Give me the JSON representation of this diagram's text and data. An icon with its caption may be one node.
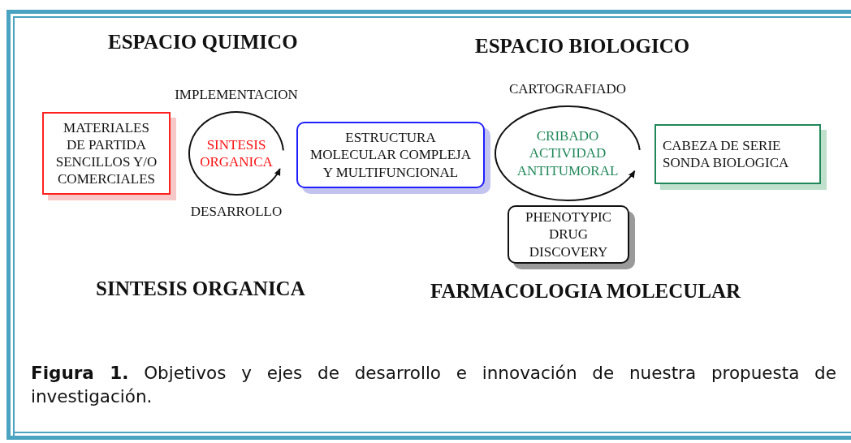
{
  "diagram": {
    "caption": "**Figura 1.** Objetivos y ejes de desarrollo e innovación de nuestra propuesta de investigación.",
    "nodes": [
      {
        "text": [
          "MATERIALES DE PARTIDA SENCILLOS Y/O COMERCIALES"
        ]
      },
      {
        "text": [
          "SINTESIS ORGANICA"
        ],
        "beside": [
          "IMPLEMENTACION",
          "DESARROLLO"
        ]
      },
      {
        "text": [
          "ESTRUCTURA MOLECULAR COMPLEJA Y MULTIFUNCIONAL"
        ]
      },
      {
        "text": [
          "CRIBADO ACTIVIDAD ANTITUMORAL"
        ],
        "beside": [
          "CARTOGRAFIADO"
        ]
      },
      {
        "text": [
          "PHENOTYPIC DRUG DISCOVERY"
        ]
      },
      {
        "text": [
          "CABEZA DE SERIE SONDA BIOLOGICA"
        ]
      }
    ],
    "labels": [
      "ESPACIO QUIMICO",
      "ESPACIO BIOLOGICO",
      "SINTESIS ORGANICA",
      "FARMACOLOGIA MOLECULAR"
    ]
  }
}
